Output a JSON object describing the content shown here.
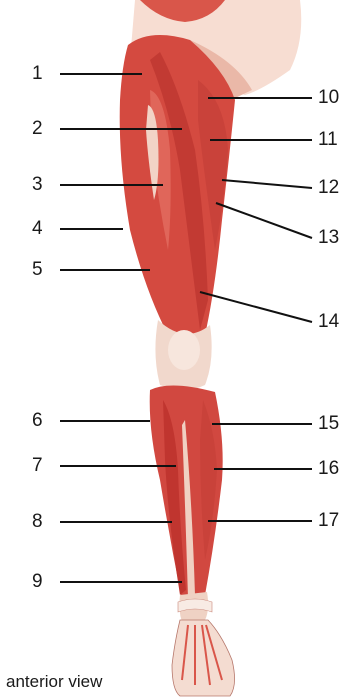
{
  "figure": {
    "caption": "anterior view",
    "labels_left": [
      "1",
      "2",
      "3",
      "4",
      "5",
      "6",
      "7",
      "8",
      "9"
    ],
    "labels_right": [
      "10",
      "11",
      "12",
      "13",
      "14",
      "15",
      "16",
      "17"
    ],
    "colors": {
      "muscle": "#d5483e",
      "muscle_dark": "#b5302a",
      "tendon": "#f1d6c8",
      "skin": "#f6dcd0",
      "leader_line": "#111111"
    }
  }
}
